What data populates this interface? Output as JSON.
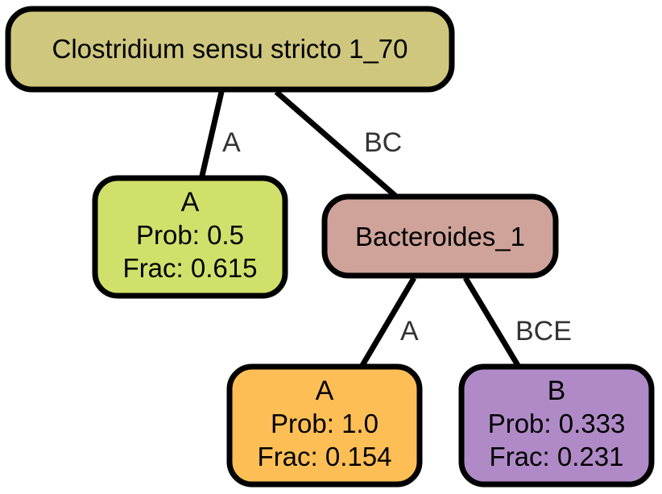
{
  "nodes": {
    "root": {
      "label": "Clostridium sensu stricto 1_70",
      "color": "#cfc77e"
    },
    "leaf_a1": {
      "title": "A",
      "prob": "Prob: 0.5",
      "frac": "Frac: 0.615",
      "color": "#d1e06a"
    },
    "mid": {
      "label": "Bacteroides_1",
      "color": "#cfa39a"
    },
    "leaf_a2": {
      "title": "A",
      "prob": "Prob: 1.0",
      "frac": "Frac: 0.154",
      "color": "#fdbf55"
    },
    "leaf_b": {
      "title": "B",
      "prob": "Prob: 0.333",
      "frac": "Frac: 0.231",
      "color": "#b08ac7"
    }
  },
  "edges": {
    "root_to_a1": {
      "label": "A"
    },
    "root_to_mid": {
      "label": "BC"
    },
    "mid_to_a2": {
      "label": "A"
    },
    "mid_to_b": {
      "label": "BCE"
    }
  }
}
